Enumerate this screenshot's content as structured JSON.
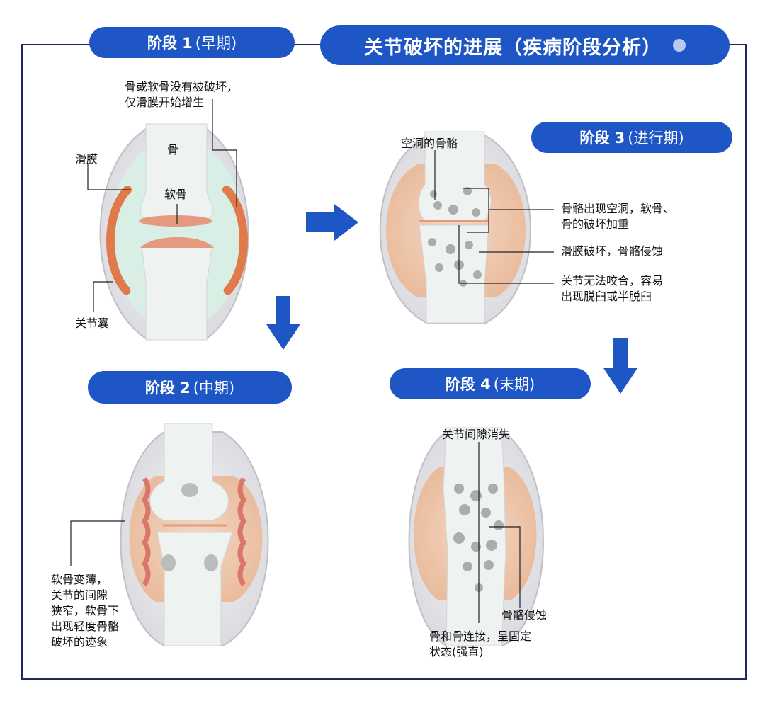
{
  "header": {
    "title": "关节破坏的进展（疾病阶段分析）"
  },
  "stages": [
    {
      "label": "阶段 1",
      "period": "(早期)"
    },
    {
      "label": "阶段 2",
      "period": "(中期)"
    },
    {
      "label": "阶段 3",
      "period": "(进行期)"
    },
    {
      "label": "阶段 4",
      "period": "(末期)"
    }
  ],
  "stage1": {
    "note": "骨或软骨没有被破坏，\n仅滑膜开始增生",
    "bone": "骨",
    "cartilage": "软骨",
    "synovium": "滑膜",
    "capsule": "关节囊"
  },
  "stage2": {
    "note": "软骨变薄，\n关节的间隙\n狭窄，软骨下\n出现轻度骨骼\n破坏的迹象"
  },
  "stage3": {
    "cavity": "空洞的骨骼",
    "note1": "骨骼出现空洞，软骨、\n骨的破坏加重",
    "note2": "滑膜破坏，骨骼侵蚀",
    "note3": "关节无法咬合，容易\n出现脱臼或半脱臼"
  },
  "stage4": {
    "gap": "关节间隙消失",
    "erosion": "骨骼侵蚀",
    "fusion": "骨和骨连接，呈固定\n状态(强直)"
  },
  "colors": {
    "accent": "#1f56c6",
    "frame": "#1f2a5a",
    "synovium": "#e07a4a",
    "fluid": "#d9efe6",
    "capsule": "#e6e6ea"
  }
}
